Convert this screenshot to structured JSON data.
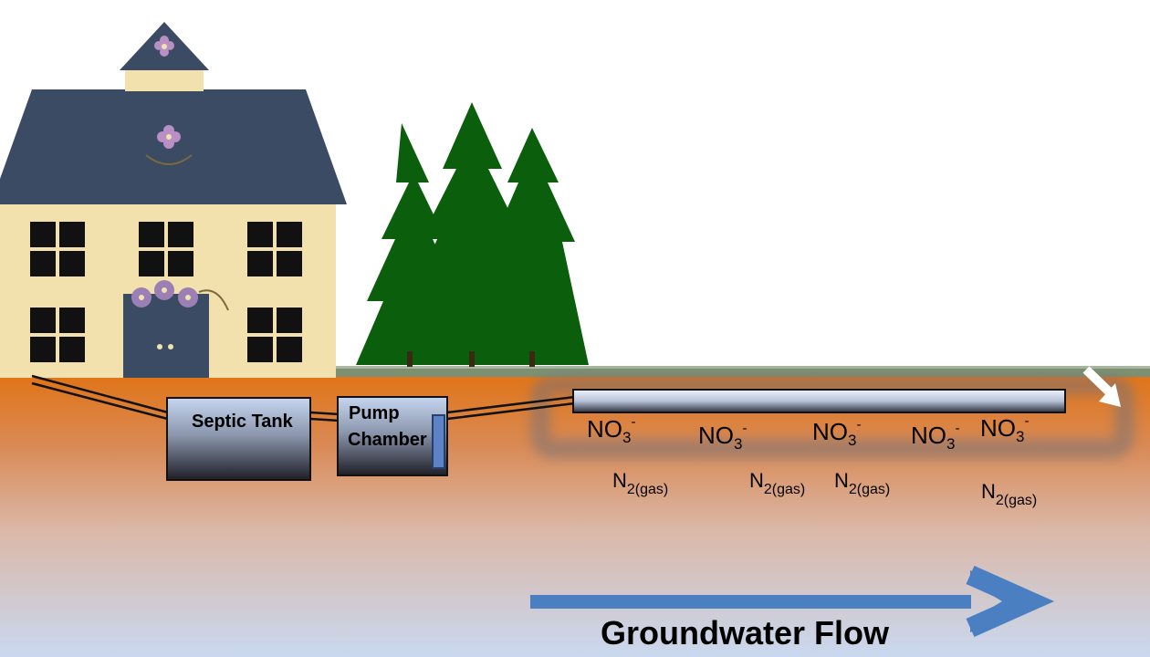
{
  "labels": {
    "septic_tank": "Septic Tank",
    "pump_chamber_line1": "Pump",
    "pump_chamber_line2": "Chamber",
    "groundwater_flow": "Groundwater Flow"
  },
  "nitrate": {
    "base": "NO",
    "sub": "3",
    "sup": "-"
  },
  "nitrogen_gas": {
    "base": "N",
    "sub": "2(gas)"
  },
  "colors": {
    "soil_top": "#e07418",
    "soil_bottom": "#c9d8ef",
    "tree": "#0b5e0b",
    "roof": "#3a4b63",
    "wall": "#f3e1ad",
    "tank_top": "#c6d6f0",
    "tank_bottom": "#1e1e26",
    "arrow": "#4a7fc2"
  }
}
